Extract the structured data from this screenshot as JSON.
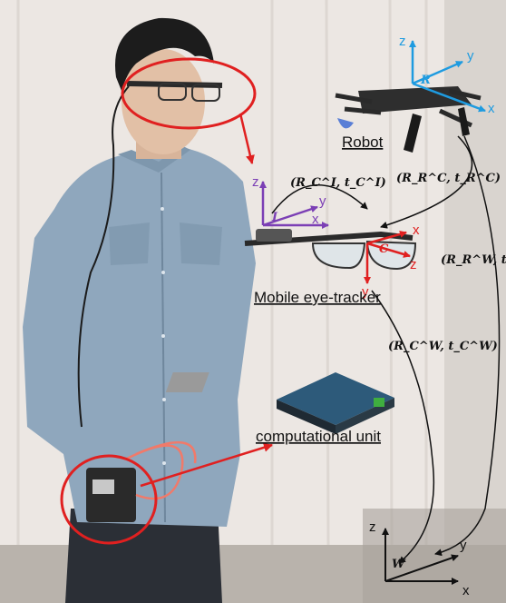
{
  "labels": {
    "robot": "Robot",
    "eye_tracker": "Mobile eye-tracker",
    "computational_unit": "computational unit"
  },
  "transforms": {
    "camera_to_imu": "(R_C^I, t_C^I)",
    "robot_to_camera": "(R_R^C, t_R^C)",
    "robot_to_world": "(R_R^W, t_R^W)",
    "camera_to_world": "(R_C^W, t_C^W)"
  },
  "frames": {
    "robot": {
      "name": "R",
      "axes": [
        "z",
        "y",
        "x"
      ],
      "color": "#1e9be0"
    },
    "imu": {
      "name": "I",
      "axes": [
        "z",
        "y",
        "x"
      ],
      "color": "#7b3fb5"
    },
    "camera": {
      "name": "C",
      "axes": [
        "x",
        "z",
        "y"
      ],
      "color": "#e02020"
    },
    "world": {
      "name": "W",
      "axes": [
        "z",
        "y",
        "x"
      ],
      "color": "#111111"
    }
  },
  "colors": {
    "highlight": "#e02020",
    "shirt": "#8fa7bd",
    "curtain": "#ece7e3"
  }
}
